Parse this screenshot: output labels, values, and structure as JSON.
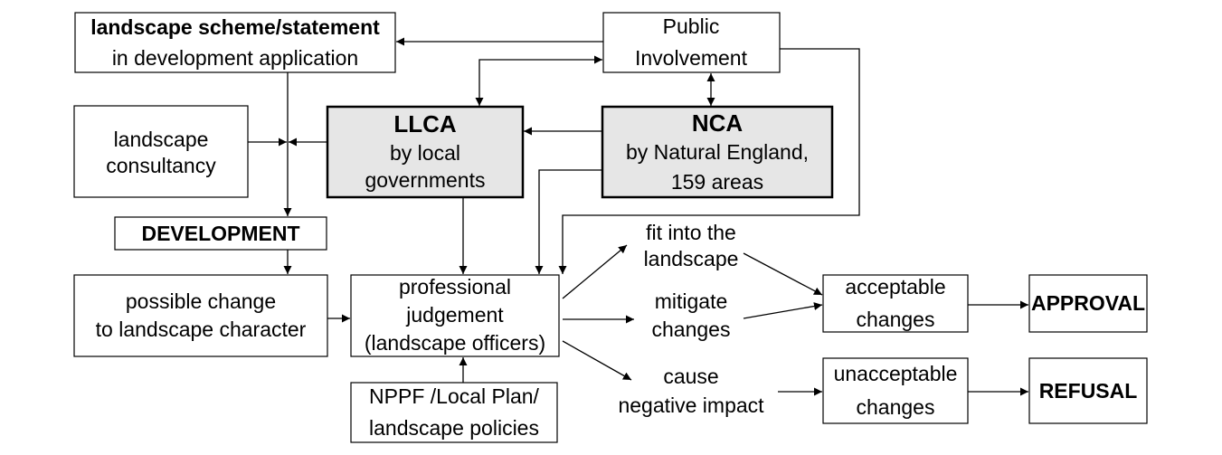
{
  "nodes": {
    "landscape_scheme": {
      "line1": "landscape scheme/statement",
      "line2": "in development application"
    },
    "public_involvement": {
      "line1": "Public",
      "line2": "Involvement"
    },
    "landscape_consultancy": {
      "line1": "landscape",
      "line2": "consultancy"
    },
    "llca": {
      "line1": "LLCA",
      "line2": "by local",
      "line3": "governments"
    },
    "nca": {
      "line1": "NCA",
      "line2": "by Natural England,",
      "line3": "159 areas"
    },
    "development": {
      "label": "DEVELOPMENT"
    },
    "possible_change": {
      "line1": "possible change",
      "line2": "to landscape character"
    },
    "professional_judgement": {
      "line1": "professional",
      "line2": "judgement",
      "line3": "(landscape officers)"
    },
    "policies": {
      "line1": "NPPF /Local Plan/",
      "line2": "landscape policies"
    },
    "acceptable_changes": {
      "line1": "acceptable",
      "line2": "changes"
    },
    "unacceptable_changes": {
      "line1": "unacceptable",
      "line2": "changes"
    },
    "approval": {
      "label": "APPROVAL"
    },
    "refusal": {
      "label": "REFUSAL"
    }
  },
  "edge_labels": {
    "fit": {
      "line1": "fit into the",
      "line2": "landscape"
    },
    "mitigate": {
      "line1": "mitigate",
      "line2": "changes"
    },
    "cause": {
      "line1": "cause",
      "line2": "negative impact"
    }
  }
}
